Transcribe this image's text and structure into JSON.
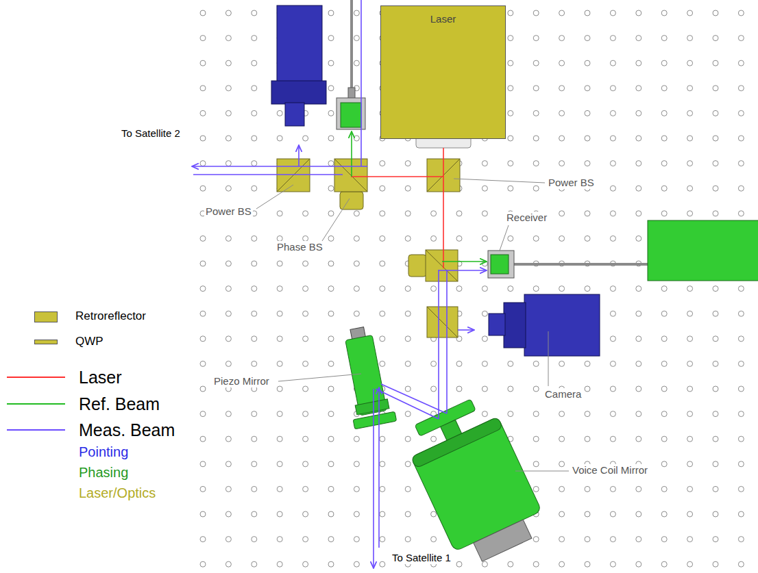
{
  "diagram": {
    "nodes": [
      {
        "text": [
          "Laser"
        ]
      }
    ],
    "labels": [
      "To Satellite 2",
      "Power BS",
      "Power BS",
      "Phase BS",
      "Receiver",
      "Piezo Mirror",
      "Camera",
      "Voice Coil Mirror",
      "To Satellite 1"
    ],
    "legend": [
      {
        "text": "Retroreflector",
        "color": "#c9c13a"
      },
      {
        "text": "QWP",
        "color": "#c9c13a"
      },
      {
        "text": "Laser"
      },
      {
        "text": "Ref. Beam"
      },
      {
        "text": "Meas. Beam"
      },
      {
        "text": "Pointing",
        "color": "#2a2ae6"
      },
      {
        "text": "Phasing",
        "color": "#1f9a1f"
      },
      {
        "text": "Laser/Optics",
        "color": "#b3ab25"
      }
    ]
  }
}
